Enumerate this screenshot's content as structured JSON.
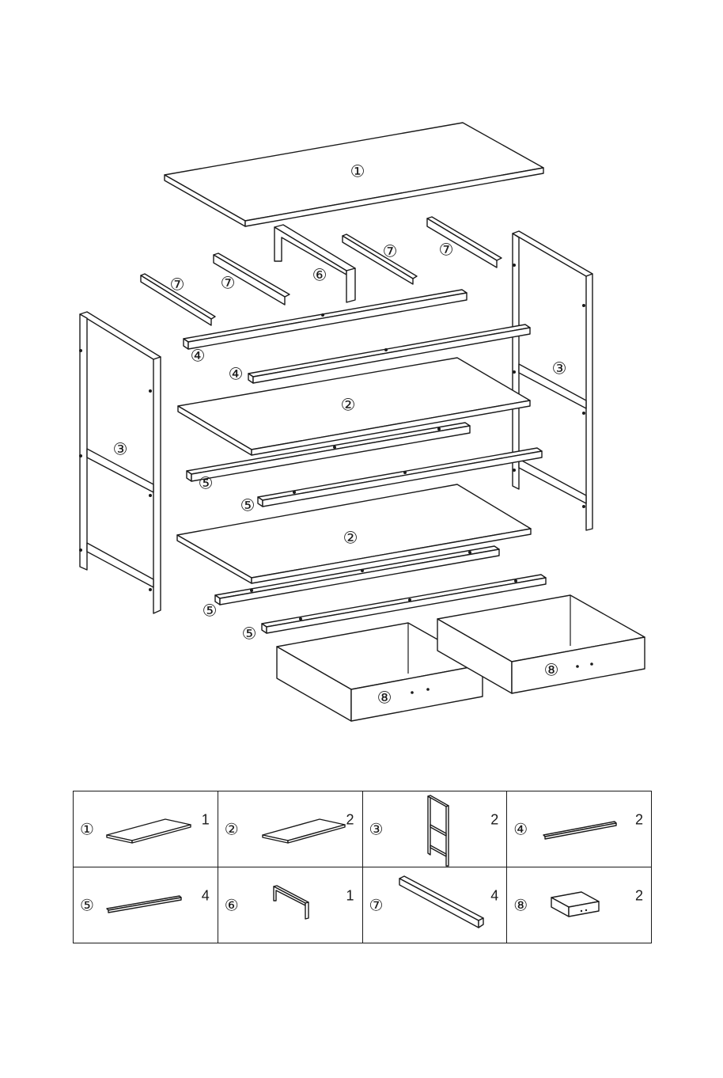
{
  "diagram": {
    "callouts": {
      "top_panel": "①",
      "shelf": "②",
      "side_frame": "③",
      "long_rail": "④",
      "shelf_rail": "⑤",
      "center_support": "⑥",
      "cross_brace": "⑦",
      "drawer": "⑧"
    }
  },
  "parts_list": {
    "rows": [
      [
        {
          "number": "①",
          "quantity": "1",
          "icon": "top-panel"
        },
        {
          "number": "②",
          "quantity": "2",
          "icon": "shelf-panel"
        },
        {
          "number": "③",
          "quantity": "2",
          "icon": "side-frame"
        },
        {
          "number": "④",
          "quantity": "2",
          "icon": "long-rail"
        }
      ],
      [
        {
          "number": "⑤",
          "quantity": "4",
          "icon": "shelf-rail"
        },
        {
          "number": "⑥",
          "quantity": "1",
          "icon": "center-support"
        },
        {
          "number": "⑦",
          "quantity": "4",
          "icon": "cross-brace"
        },
        {
          "number": "⑧",
          "quantity": "2",
          "icon": "drawer"
        }
      ]
    ]
  }
}
